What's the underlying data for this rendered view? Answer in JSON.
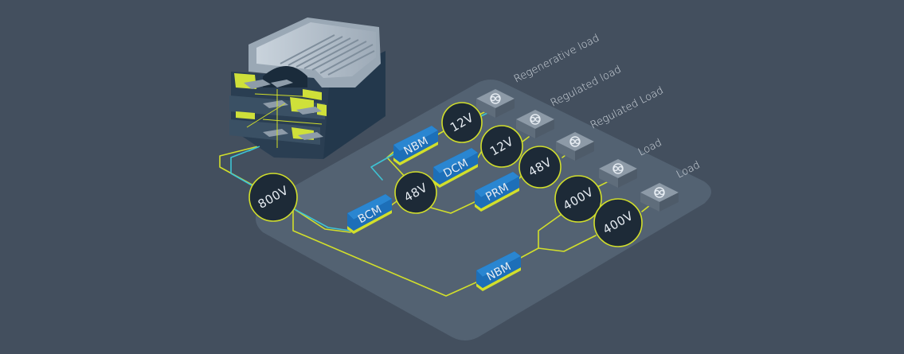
{
  "colors": {
    "background": "#434f5e",
    "platform": "#536272",
    "wire_yellow": "#d2df2b",
    "wire_cyan": "#3ec3d4",
    "module_blue": "#1d6fb8",
    "module_blue_dark": "#14508a",
    "node_fill": "#1d2a37",
    "load_box": "#74818f",
    "text_light": "#e6ecf2"
  },
  "diagram": {
    "source_voltage": "800V",
    "modules": {
      "bcm": "BCM",
      "nbm_top": "NBM",
      "dcm": "DCM",
      "prm": "PRM",
      "nbm_bottom": "NBM"
    },
    "nodes": {
      "bus_48v": "48V",
      "out_12v_a": "12V",
      "out_12v_b": "12V",
      "out_48v": "48V",
      "out_400v_a": "400V",
      "out_400v_b": "400V"
    },
    "loads": [
      {
        "label": "Regenerative load",
        "icon": "load-coil-icon"
      },
      {
        "label": "Regulated load",
        "icon": "load-coil-icon"
      },
      {
        "label": "Regulated Load",
        "icon": "load-coil-icon"
      },
      {
        "label": "Load",
        "icon": "load-coil-icon"
      },
      {
        "label": "Load",
        "icon": "load-coil-icon"
      }
    ]
  }
}
